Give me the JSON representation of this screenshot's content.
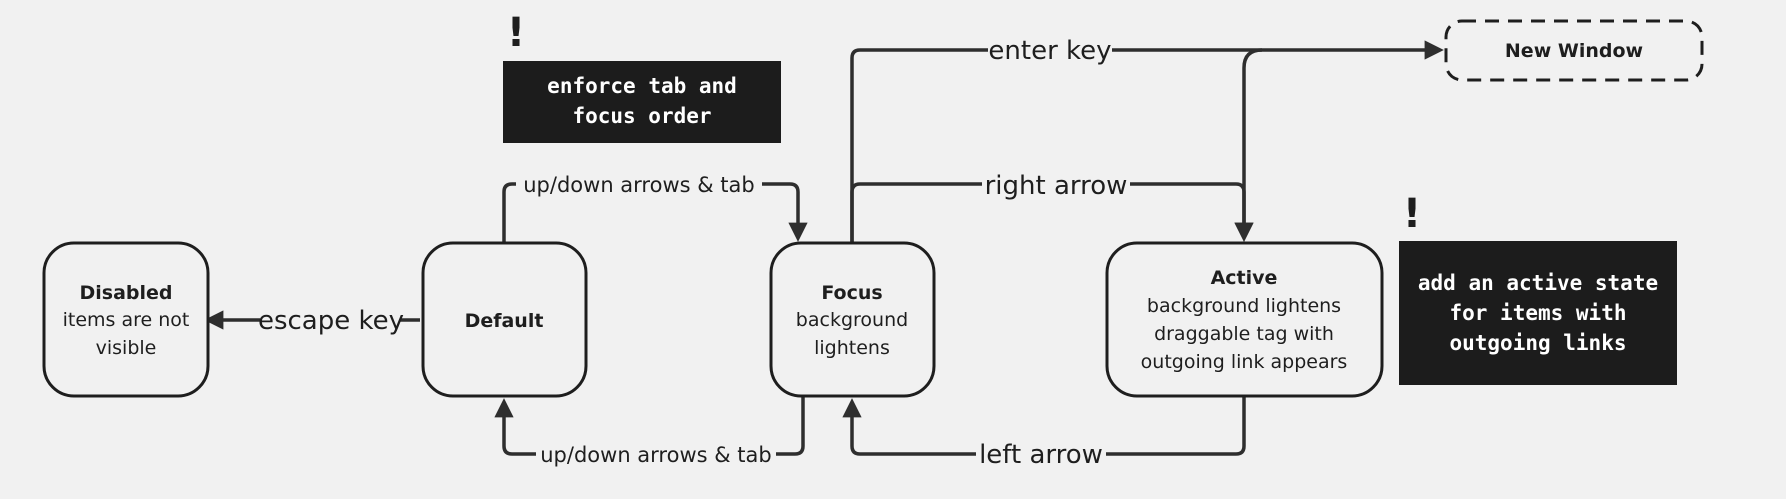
{
  "states": {
    "disabled": {
      "title": "Disabled",
      "desc": [
        "items are not",
        "visible"
      ]
    },
    "default": {
      "title": "Default"
    },
    "focus": {
      "title": "Focus",
      "desc": [
        "background",
        "lightens"
      ]
    },
    "active": {
      "title": "Active",
      "desc": [
        "background lightens",
        "draggable tag with",
        "outgoing link appears"
      ]
    },
    "new_window": {
      "title": "New Window"
    }
  },
  "transitions": {
    "escape_key": "escape key",
    "up_down_top": "up/down arrows & tab",
    "up_down_bottom": "up/down arrows & tab",
    "enter_key": "enter key",
    "right_arrow": "right arrow",
    "left_arrow": "left arrow"
  },
  "notes": {
    "tab_order": {
      "mark": "!",
      "lines": [
        "enforce tab and",
        "focus order"
      ]
    },
    "active_state": {
      "mark": "!",
      "lines": [
        "add an active state",
        "for items with",
        "outgoing links"
      ]
    }
  },
  "colors": {
    "background": "#f1f1f1",
    "stroke": "#1e1e1e",
    "note_background": "#1c1c1c",
    "note_text": "#ffffff"
  }
}
